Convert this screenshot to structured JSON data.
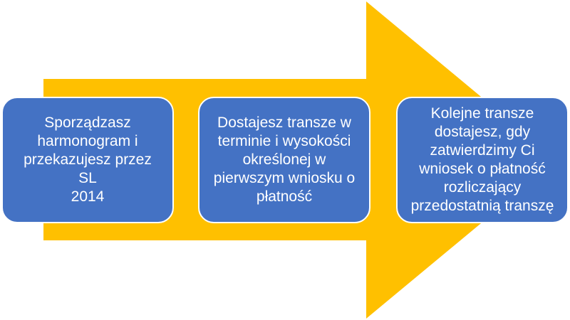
{
  "colors": {
    "arrow": "#ffc000",
    "box": "#4472c4",
    "box_border": "#ffffff",
    "text": "#ffffff"
  },
  "steps": [
    {
      "text": "Sporządzasz\nharmonogram i\nprzekazujesz przez SL\n2014"
    },
    {
      "text": "Dostajesz transze w\nterminie i wysokości\nokreślonej w\npierwszym wniosku o\npłatność"
    },
    {
      "text": "Kolejne transze\ndostajesz, gdy\nzatwierdzimy Ci\nwniosek o płatność\nrozliczający\nprzedostatnią transzę"
    }
  ]
}
